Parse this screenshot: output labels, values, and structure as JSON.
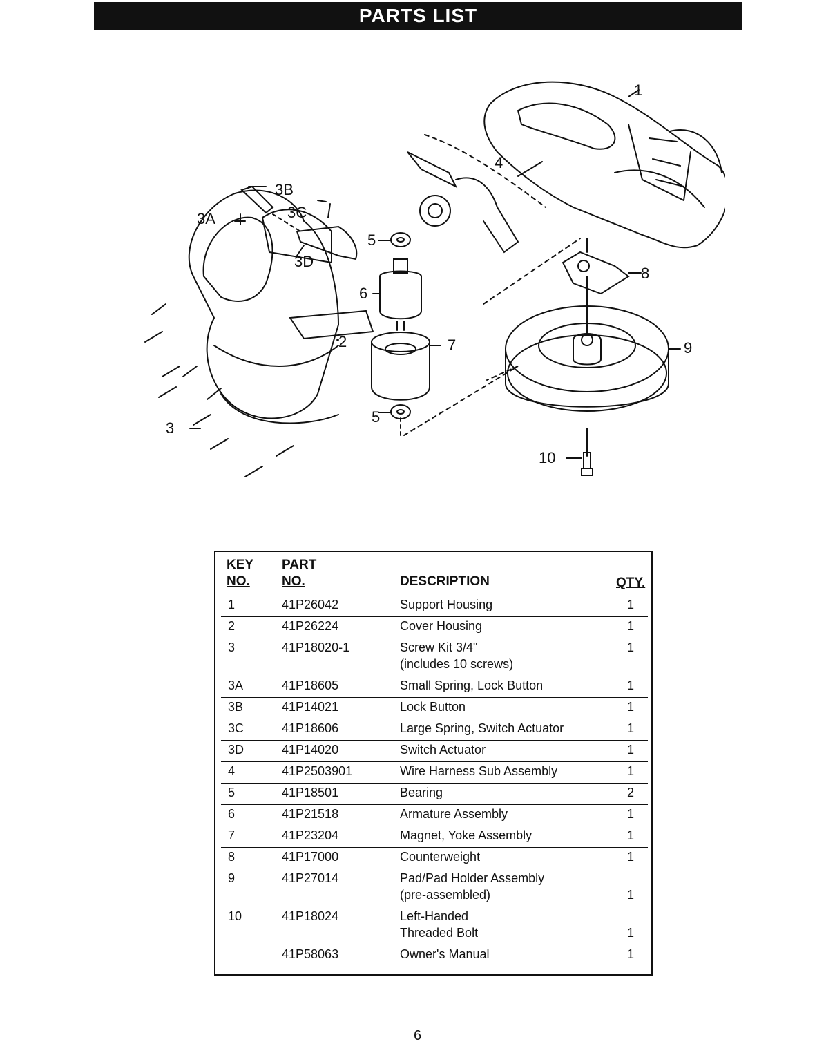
{
  "title": "PARTS LIST",
  "diagram": {
    "labels": [
      "1",
      "2",
      "3",
      "3A",
      "3B",
      "3C",
      "3D",
      "4",
      "5",
      "5",
      "6",
      "7",
      "8",
      "9",
      "10"
    ]
  },
  "table": {
    "headers": {
      "key_line1": "KEY",
      "key_line2": "NO.",
      "part_line1": "PART",
      "part_line2": "NO.",
      "description": "DESCRIPTION",
      "qty": "QTY."
    },
    "rows": [
      {
        "key": "1",
        "part": "41P26042",
        "desc": [
          "Support Housing"
        ],
        "qty": "1"
      },
      {
        "key": "2",
        "part": "41P26224",
        "desc": [
          "Cover Housing"
        ],
        "qty": "1"
      },
      {
        "key": "3",
        "part": "41P18020-1",
        "desc": [
          "Screw Kit 3/4\"",
          "(includes 10 screws)"
        ],
        "qty": "1"
      },
      {
        "key": "3A",
        "part": "41P18605",
        "desc": [
          "Small Spring, Lock Button"
        ],
        "qty": "1"
      },
      {
        "key": "3B",
        "part": "41P14021",
        "desc": [
          "Lock Button"
        ],
        "qty": "1"
      },
      {
        "key": "3C",
        "part": "41P18606",
        "desc": [
          "Large Spring, Switch Actuator"
        ],
        "qty": "1"
      },
      {
        "key": "3D",
        "part": "41P14020",
        "desc": [
          "Switch Actuator"
        ],
        "qty": "1"
      },
      {
        "key": "4",
        "part": "41P2503901",
        "desc": [
          "Wire Harness Sub Assembly"
        ],
        "qty": "1"
      },
      {
        "key": "5",
        "part": "41P18501",
        "desc": [
          "Bearing"
        ],
        "qty": "2"
      },
      {
        "key": "6",
        "part": "41P21518",
        "desc": [
          "Armature Assembly"
        ],
        "qty": "1"
      },
      {
        "key": "7",
        "part": "41P23204",
        "desc": [
          "Magnet, Yoke Assembly"
        ],
        "qty": "1"
      },
      {
        "key": "8",
        "part": "41P17000",
        "desc": [
          "Counterweight"
        ],
        "qty": "1"
      },
      {
        "key": "9",
        "part": "41P27014",
        "desc": [
          "Pad/Pad Holder Assembly",
          "(pre-assembled)"
        ],
        "qty": "1"
      },
      {
        "key": "10",
        "part": "41P18024",
        "desc": [
          "Left-Handed",
          "Threaded Bolt"
        ],
        "qty": "1"
      },
      {
        "key": "",
        "part": "41P58063",
        "desc": [
          "Owner's Manual"
        ],
        "qty": "1"
      }
    ]
  },
  "page_number": "6"
}
